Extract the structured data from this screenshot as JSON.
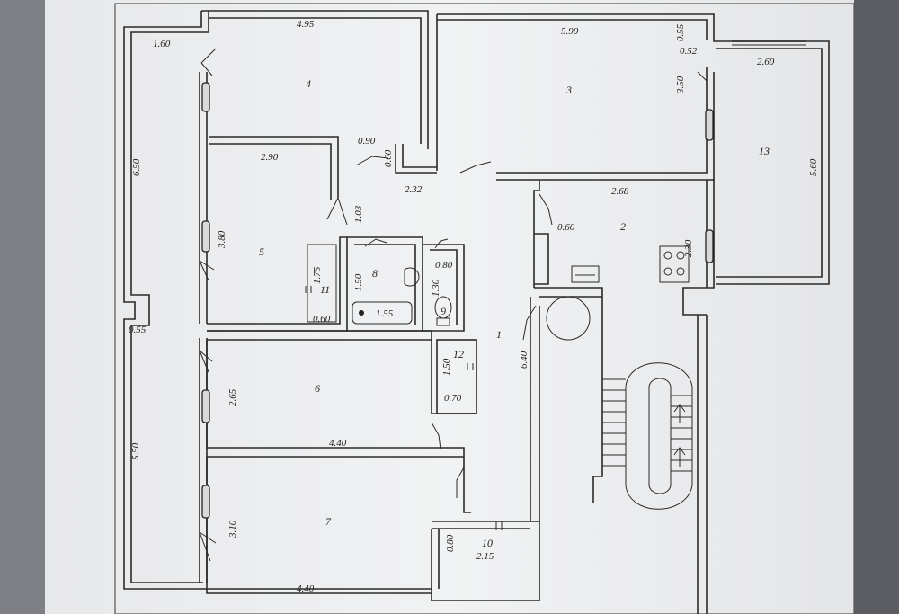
{
  "plan": {
    "rooms": [
      {
        "id": "1",
        "label": "1"
      },
      {
        "id": "2",
        "label": "2"
      },
      {
        "id": "3",
        "label": "3"
      },
      {
        "id": "4",
        "label": "4"
      },
      {
        "id": "5",
        "label": "5"
      },
      {
        "id": "6",
        "label": "6"
      },
      {
        "id": "7",
        "label": "7"
      },
      {
        "id": "8",
        "label": "8"
      },
      {
        "id": "9",
        "label": "9"
      },
      {
        "id": "10",
        "label": "10"
      },
      {
        "id": "11",
        "label": "11"
      },
      {
        "id": "12",
        "label": "12"
      },
      {
        "id": "13",
        "label": "13"
      }
    ],
    "dimensions": {
      "d_1_60": "1.60",
      "d_4_95": "4.95",
      "d_6_50": "6.50",
      "d_5_90": "5.90",
      "d_0_55_top": "0.55",
      "d_0_52": "0.52",
      "d_2_60": "2.60",
      "d_3_50": "3.50",
      "d_5_60": "5.60",
      "d_0_90": "0.90",
      "d_0_60_a": "0.60",
      "d_2_90": "2.90",
      "d_2_32": "2.32",
      "d_2_68": "2.68",
      "d_1_03": "1.03",
      "d_3_80": "3.80",
      "d_0_60_b": "0.60",
      "d_2_30": "2.30",
      "d_1_75": "1.75",
      "d_1_50_a": "1.50",
      "d_0_80_a": "0.80",
      "d_1_30": "1.30",
      "d_1_55": "1.55",
      "d_0_60_c": "0.60",
      "d_0_55_left": "0.55",
      "d_6_40": "6.40",
      "d_1_50_b": "1.50",
      "d_0_70": "0.70",
      "d_2_65": "2.65",
      "d_4_40_a": "4.40",
      "d_5_50": "5.50",
      "d_3_10": "3.10",
      "d_0_80_b": "0.80",
      "d_2_15": "2.15",
      "d_4_40_b": "4.40"
    }
  }
}
